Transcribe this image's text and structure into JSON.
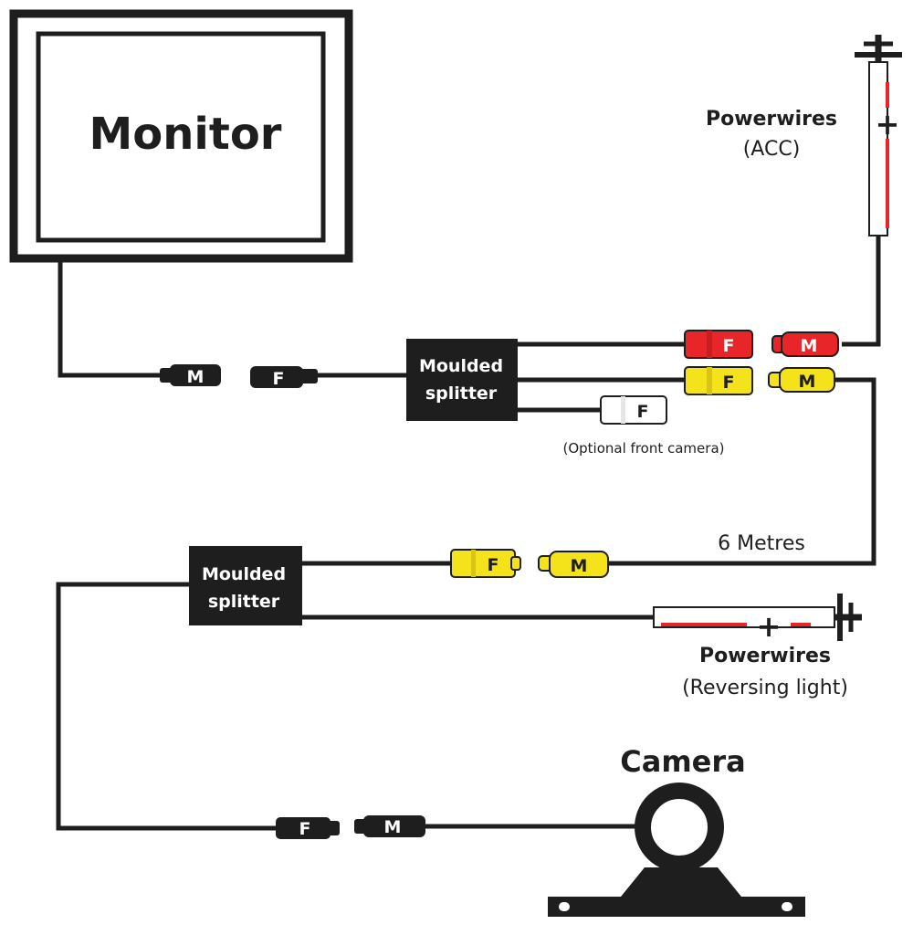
{
  "monitor": {
    "label": "Monitor"
  },
  "splitter_top": {
    "line1": "Moulded",
    "line2": "splitter"
  },
  "splitter_bottom": {
    "line1": "Moulded",
    "line2": "splitter"
  },
  "connectors": {
    "male": "M",
    "female": "F"
  },
  "powerwires_acc": {
    "title": "Powerwires",
    "subtitle": "(ACC)",
    "plus": "+"
  },
  "powerwires_reversing": {
    "title": "Powerwires",
    "subtitle": "(Reversing light)",
    "plus": "+"
  },
  "optional_front_camera": "(Optional front camera)",
  "cable_length": "6 Metres",
  "camera": {
    "label": "Camera"
  },
  "colors": {
    "wire": "#1e1e1e",
    "red": "#e8262a",
    "yellow": "#f4e31b",
    "white": "#ffffff",
    "black_connector": "#1e1e1e"
  }
}
